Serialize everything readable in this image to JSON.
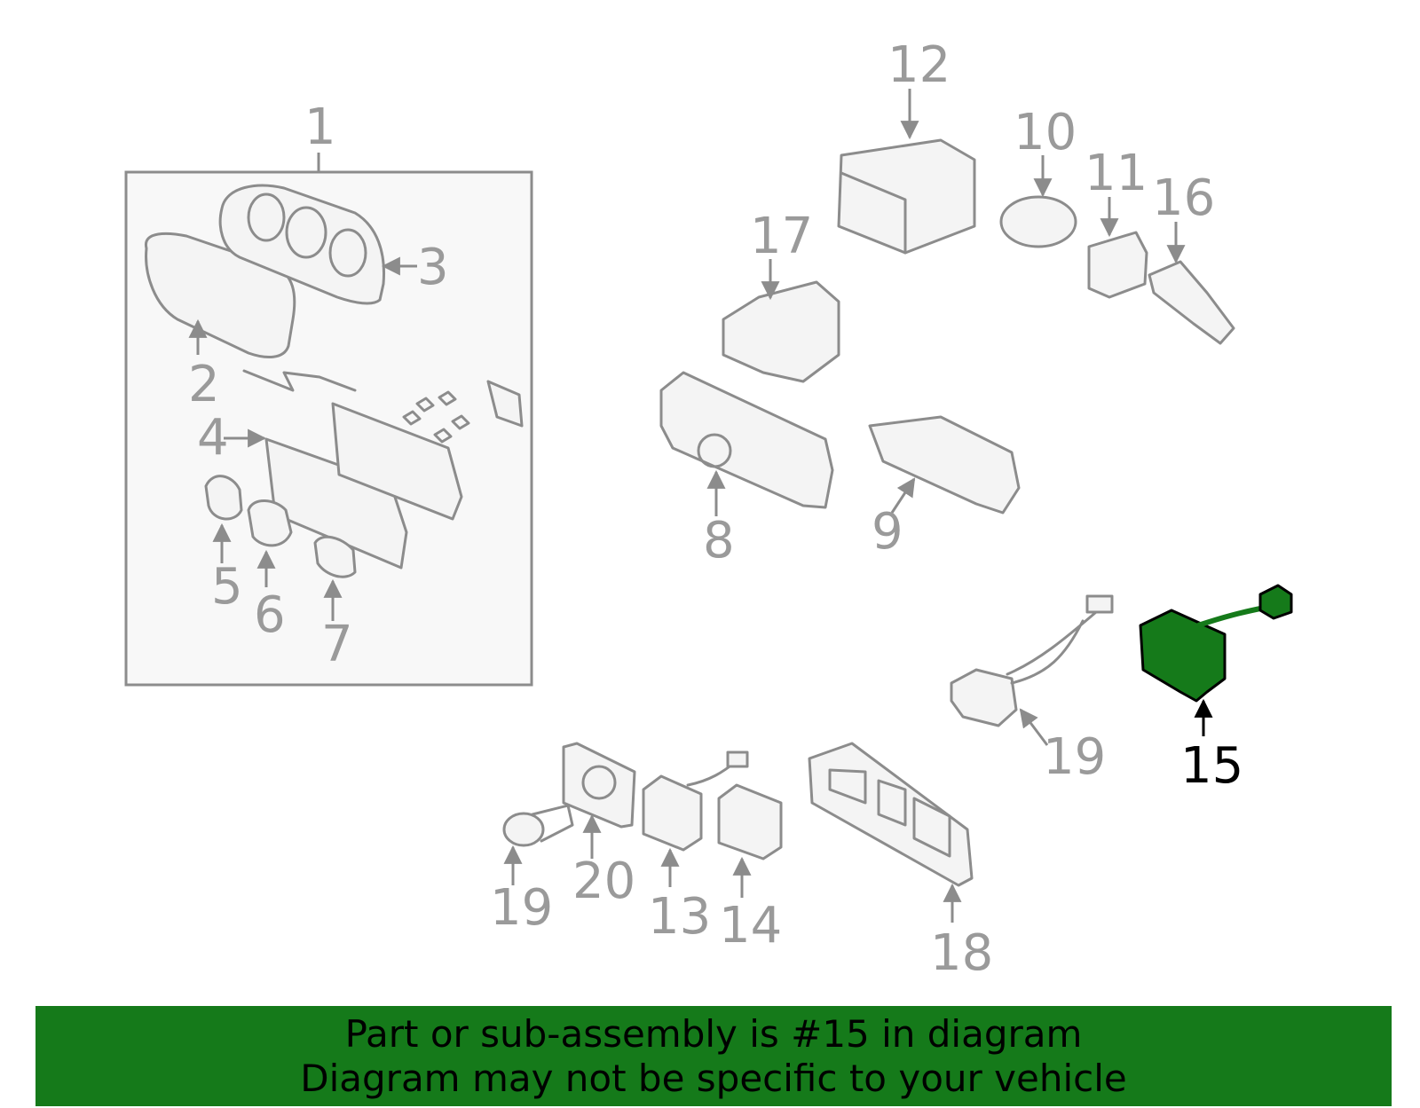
{
  "diagram": {
    "callouts": {
      "c1": "1",
      "c2": "2",
      "c3": "3",
      "c4": "4",
      "c5": "5",
      "c6": "6",
      "c7": "7",
      "c8": "8",
      "c9": "9",
      "c10": "10",
      "c11": "11",
      "c12": "12",
      "c13": "13",
      "c14": "14",
      "c15": "15",
      "c16": "16",
      "c17": "17",
      "c18": "18",
      "c19a": "19",
      "c19b": "19",
      "c20": "20"
    },
    "highlighted_part": "15",
    "highlight_color": "#157a1a",
    "line_color": "#8c8c8c"
  },
  "banner": {
    "line1": "Part or sub-assembly is #15 in diagram",
    "line2": "Diagram may not be specific to your vehicle",
    "background": "#157a1a"
  }
}
